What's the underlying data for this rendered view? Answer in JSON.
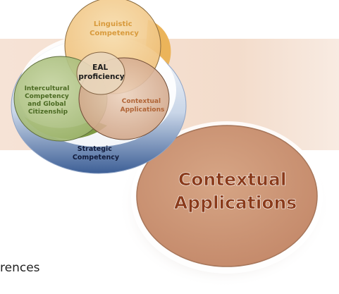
{
  "diagram": {
    "circles": {
      "linguistic": {
        "label_lines": [
          "Linguistic",
          "Competency"
        ],
        "color": "#f0c070"
      },
      "eal": {
        "label_lines": [
          "EAL",
          "proficiency"
        ],
        "color": "#e8c4a0"
      },
      "intercultural": {
        "label_lines": [
          "Intercultural",
          "Competency",
          "and Global",
          "Citizenship"
        ],
        "color": "#a9c07a"
      },
      "contextual": {
        "label_lines": [
          "Contextual",
          "Applications"
        ],
        "color": "#c8906a"
      },
      "strategic": {
        "label_lines": [
          "Strategic",
          "Competency"
        ],
        "color": "#3a5f9e"
      }
    },
    "callout": {
      "label_lines": [
        "Contextual",
        "Applications"
      ],
      "color": "#c98f6a",
      "text_color": "#8a3a1a"
    }
  },
  "fragment_text": "rences"
}
